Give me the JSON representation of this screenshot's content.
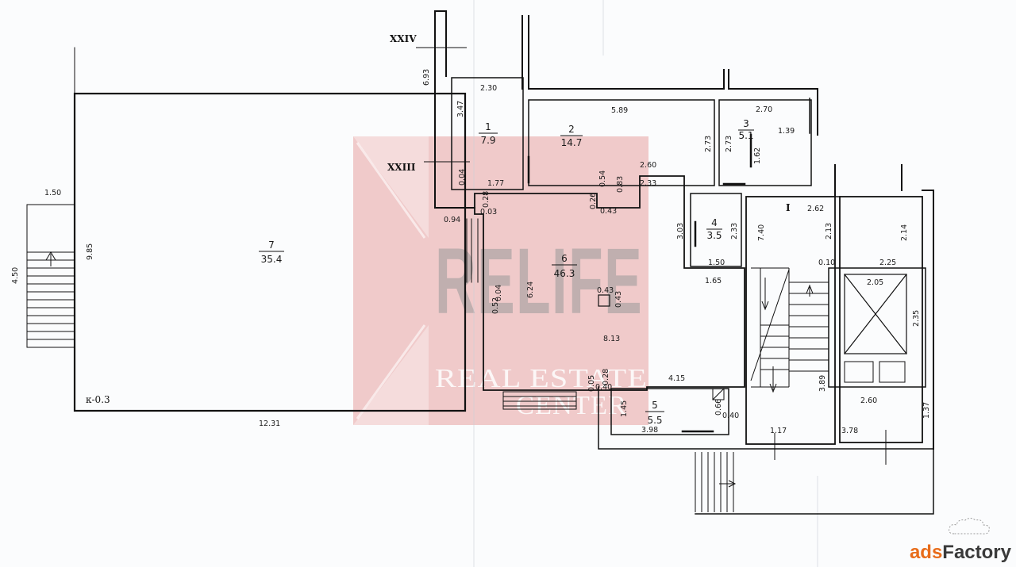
{
  "axes": {
    "top": "XXIV",
    "mid": "XXIII",
    "stair": "I"
  },
  "level": "к-0.3",
  "rooms": {
    "r1": {
      "number": "1",
      "area": "7.9"
    },
    "r2": {
      "number": "2",
      "area": "14.7"
    },
    "r3": {
      "number": "3",
      "area": "5.1"
    },
    "r4": {
      "number": "4",
      "area": "3.5"
    },
    "r5": {
      "number": "5",
      "area": "5.5"
    },
    "r6": {
      "number": "6",
      "area": "46.3"
    },
    "r7": {
      "number": "7",
      "area": "35.4"
    }
  },
  "dims": {
    "d150": "1.50",
    "d450": "4.50",
    "d985": "9.85",
    "d1231": "12.31",
    "d693": "6.93",
    "d230": "2.30",
    "d347": "3.47",
    "d004a": "0.04",
    "d177": "1.77",
    "d589": "5.89",
    "d273a": "2.73",
    "d273b": "2.73",
    "d270": "2.70",
    "d139": "1.39",
    "d162": "1.62",
    "d260a": "2.60",
    "d054": "0.54",
    "d083": "0.83",
    "d233a": "2.33",
    "d028a": "0.28",
    "d003": "0.03",
    "d026": "0.26",
    "d043a": "0.43",
    "d094": "0.94",
    "d303": "3.03",
    "d233b": "2.33",
    "d150b": "1.50",
    "d740": "7.40",
    "d262": "2.62",
    "d213": "2.13",
    "d214": "2.14",
    "d010": "0.10",
    "d225": "2.25",
    "d205": "2.05",
    "d235": "2.35",
    "d165": "1.65",
    "d004b": "0.04",
    "d052": "0.52",
    "d624": "6.24",
    "d043b": "0.43",
    "d043c": "0.43",
    "d813": "8.13",
    "d415": "4.15",
    "d028b": "0.28",
    "d005": "0.05",
    "d040a": "0.40",
    "d145": "1.45",
    "d066": "0.66",
    "d040b": "0.40",
    "d398": "3.98",
    "d389": "3.89",
    "d260b": "2.60",
    "d117": "1.17",
    "d378": "3.78",
    "d137": "1.37"
  },
  "watermark": {
    "big": "RELIFE",
    "line1": "REAL ESTATE",
    "line2": "CENTER"
  },
  "brand": {
    "part1": "ads",
    "part2": "Factory"
  },
  "colors": {
    "ink": "#1a1a1a",
    "watermark_red": "#e8a0a0",
    "brand_orange": "#e86c1a"
  }
}
